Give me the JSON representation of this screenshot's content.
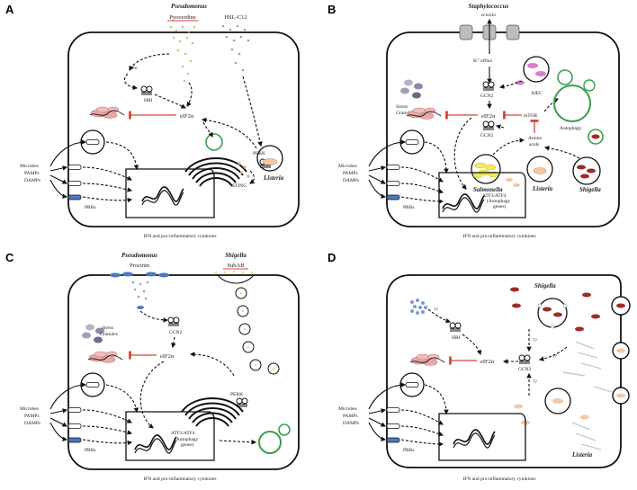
{
  "panels": {
    "A": {
      "letter": "A",
      "pathogen_top": "Pseudomonas",
      "pyoverdine": "Pyoverdine",
      "hsl": "HSL-C12",
      "fe": "Fe",
      "hri": "HRI",
      "eif2a": "eIF2α",
      "perk": "PERK",
      "sting": "STING",
      "listeria": "Listeria",
      "microbes": "Microbes",
      "pamps": "PAMPs",
      "damps": "DAMPs",
      "prrs": "PRRs",
      "ifn": "IFN and pro-inflammatory cytokines"
    },
    "B": {
      "letter": "B",
      "pathogen_top": "Staphylococcus",
      "toxin": "α-toxin",
      "k_efflux": "K⁺ efflux",
      "stress1": "Stress",
      "stress2": "Granules",
      "gcn2_top": "GCN2",
      "aiec": "AIEC",
      "eif2a": "eIF2α",
      "mtor": "mTOR",
      "gcn2_bottom": "GCN2",
      "autophagy": "Autophagy",
      "amino1": "Amino",
      "amino2": "acids",
      "salmonella": "Salmonella",
      "listeria": "Listeria",
      "shigella": "Shigella",
      "atf": "ATF3/ATF4",
      "autophagy_genes1": "(Autophagy",
      "autophagy_genes2": "genes)",
      "microbes": "Microbes",
      "pamps": "PAMPs",
      "damps": "DAMPs",
      "prrs": "PRRs",
      "ifn": "IFN and pro-inflammatory cytokines"
    },
    "C": {
      "letter": "C",
      "pathogen_top": "Pseudomonas",
      "procinin": "Procinin",
      "shigella": "Shigella",
      "subab": "SubAB",
      "stress1": "Stress",
      "stress2": "Granules",
      "gcn2": "GCN2",
      "eif2a": "eIF2α",
      "perk": "PERK",
      "atf": "ATF3/ATF4",
      "autophagy_genes1": "(Autophagy",
      "autophagy_genes2": "genes)",
      "microbes": "Microbes",
      "pamps": "PAMPs",
      "damps": "DAMPs",
      "prrs": "PRRs",
      "ifn": "IFN and pro-inflammatory cytokines"
    },
    "D": {
      "letter": "D",
      "shigella": "Shigella",
      "q1": "??",
      "hri": "HRI",
      "eif2a": "eIF2α",
      "gcn2": "GCN2",
      "q2": "??",
      "q3": "??",
      "q4": "??",
      "listeria": "Listeria",
      "microbes": "Microbes",
      "pamps": "PAMPs",
      "damps": "DAMPs",
      "prrs": "PRRs",
      "ifn": "IFN and pro-inflammatory cytokines"
    }
  }
}
